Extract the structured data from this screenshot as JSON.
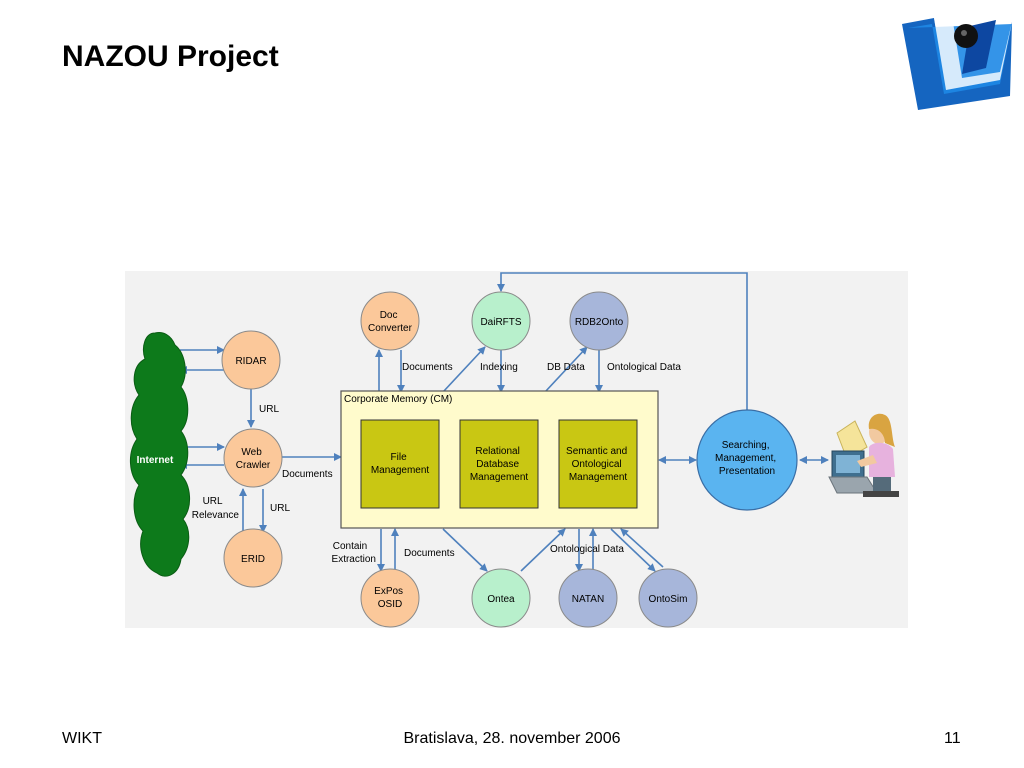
{
  "slide": {
    "title": "NAZOU Project",
    "footer_left": "WIKT",
    "footer_center": "Bratislava, 28. november 2006",
    "page_number": "11"
  },
  "logo": {
    "icon": "wikt-logo"
  },
  "diagram": {
    "nodes": {
      "internet": "Internet",
      "ridar": "RIDAR",
      "web_crawler": [
        "Web",
        "Crawler"
      ],
      "erid": "ERID",
      "doc_converter": [
        "Doc",
        "Converter"
      ],
      "dairfts": "DaiRFTS",
      "rdb2onto": "RDB2Onto",
      "expos_osid": [
        "ExPos",
        "OSID"
      ],
      "ontea": "Ontea",
      "natan": "NATAN",
      "ontosim": "OntoSim",
      "searching": [
        "Searching,",
        "Management,",
        "Presentation"
      ]
    },
    "corporate_memory": {
      "label": "Corporate Memory (CM)",
      "file_management": [
        "File",
        "Management"
      ],
      "relational_db": [
        "Relational",
        "Database",
        "Management"
      ],
      "semantic": [
        "Semantic and",
        "Ontological",
        "Management"
      ]
    },
    "edge_labels": {
      "url_top": "URL",
      "documents_crawler": "Documents",
      "url_relevance": [
        "URL",
        "Relevance"
      ],
      "url_erid": "URL",
      "documents_top": "Documents",
      "indexing": "Indexing",
      "db_data": "DB Data",
      "ontological_data_top": "Ontological Data",
      "contain_extraction": [
        "Contain",
        "Extraction"
      ],
      "documents_bottom": "Documents",
      "ontological_data_bottom": "Ontological Data"
    },
    "colors": {
      "orange_node": "#fbc89a",
      "green_node": "#b8f0cc",
      "purple_node": "#a7b6da",
      "blue_node": "#5ab4f0",
      "internet": "#0d7a1b",
      "cm_fill": "#fffbcc",
      "module_fill": "#c9c713",
      "arrow": "#4f81bd",
      "background": "#f2f2f2"
    }
  }
}
